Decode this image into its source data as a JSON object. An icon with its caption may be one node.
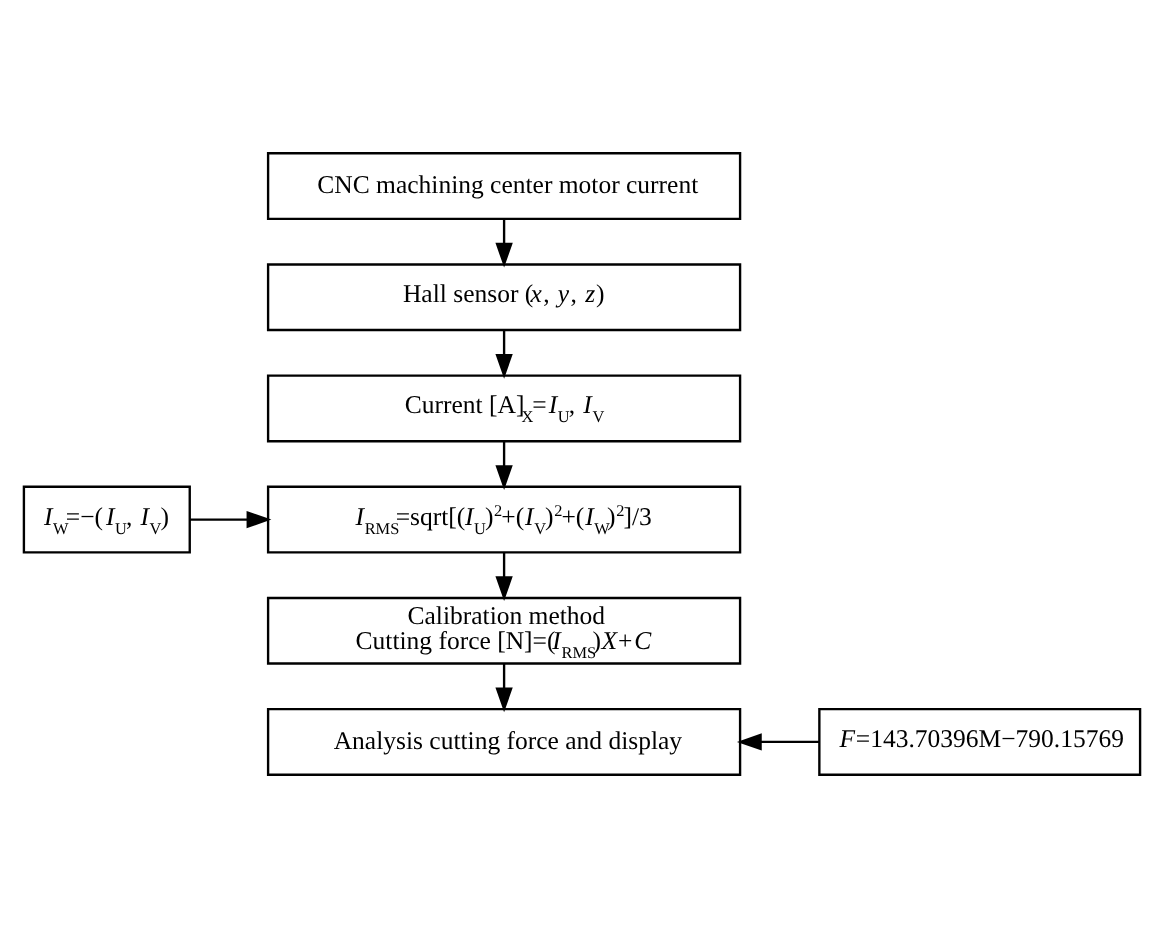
{
  "diagram": {
    "nodes": [
      {
        "text": [
          "CNC machining center motor current"
        ]
      },
      {
        "text": [
          "Hall sensor (*x*, *y*, *z*)"
        ]
      },
      {
        "text": [
          "Current [A]$_{X}$=*I*$_{U}$, *I*$_{V}$"
        ]
      },
      {
        "text": [
          "*I*$_{W}$=−(*I*$_{U}$, *I*$_{V}$)"
        ]
      },
      {
        "text": [
          "*I*$_{RMS}$=sqrt[(*I*$_{U}$)$^{2}$+(*I*$_{V}$)$^{2}$+(*I*$_{W}$)$^{2}$]/3"
        ]
      },
      {
        "text": [
          "Calibration method",
          "Cutting force [N]=(*I*$_{RMS}$)*X*+*C*"
        ]
      },
      {
        "text": [
          "*F*=143.70396M−790.15769"
        ]
      },
      {
        "text": [
          "Analysis cutting force and display"
        ]
      }
    ],
    "edges": [
      {
        "from": 0,
        "to": 1,
        "arrow": "to"
      },
      {
        "from": 1,
        "to": 2,
        "arrow": "to"
      },
      {
        "from": 2,
        "to": 4,
        "arrow": "to"
      },
      {
        "from": 3,
        "to": 4,
        "arrow": "to"
      },
      {
        "from": 4,
        "to": 5,
        "arrow": "to"
      },
      {
        "from": 5,
        "to": 7,
        "arrow": "to"
      },
      {
        "from": 6,
        "to": 7,
        "arrow": "to"
      }
    ]
  }
}
